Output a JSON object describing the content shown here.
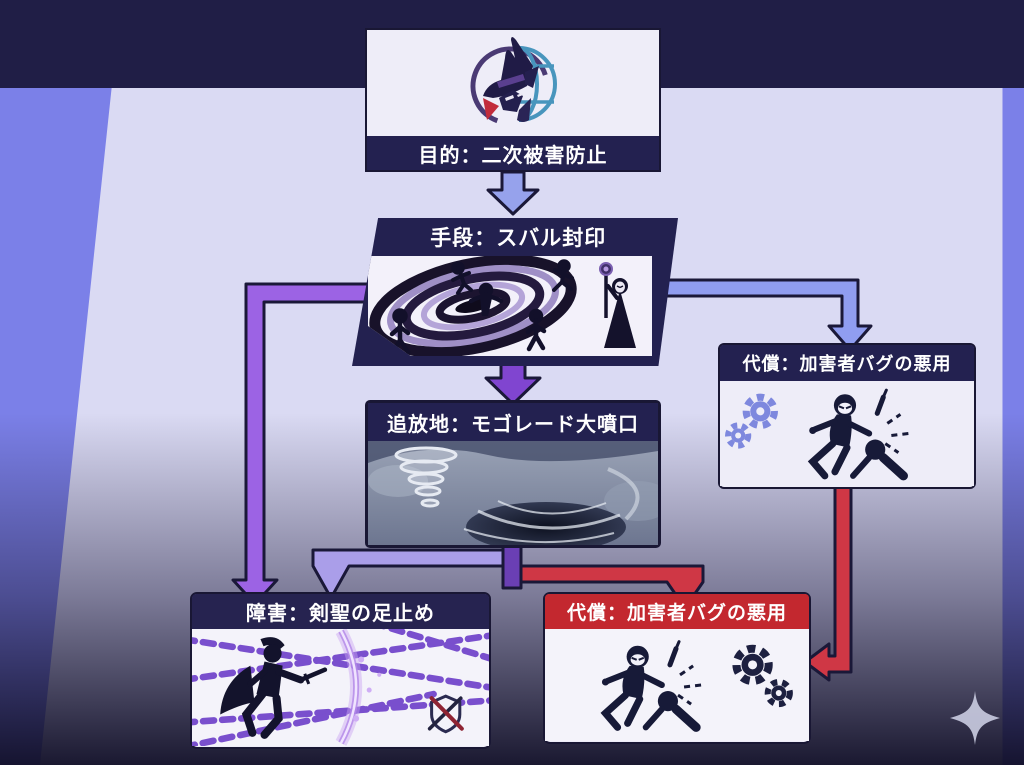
{
  "flowchart": {
    "purpose": {
      "label": "目的：二次被害防止"
    },
    "means": {
      "label": "手段：スバル封印"
    },
    "exile": {
      "label": "追放地：モゴレード大噴口"
    },
    "cost_branch": {
      "label": "代償：加害者バグの悪用"
    },
    "obstacle": {
      "label": "障害：剣聖の足止め"
    },
    "cost_result": {
      "label": "代償：加害者バグの悪用"
    }
  },
  "icons": {
    "logo": "witch-mask-globe-emblem",
    "sparkle": "four-point-sparkle",
    "vortex": "purple-seal-vortex-with-figures",
    "tornado": "gray-crater-windstorm",
    "gears": "gear-pair",
    "assault": "masked-attacker-over-victim",
    "chains": "purple-chain-barrier",
    "warrior": "sword-saint-silhouette",
    "no_combat": "crossed-sword-and-shield"
  },
  "colors": {
    "top_bar": "#201e46",
    "backdrop": "#7b80e8",
    "plane": "#dadaf3",
    "bottom_fade": "#14122e",
    "node_header": "#232150",
    "alert_header": "#c3282f",
    "card_bg": "#eeedf8",
    "arrow_periwinkle": "#929ee9",
    "arrow_purple": "#9c63e4",
    "arrow_lavender": "#aa9ee9",
    "arrow_red": "#cf3745"
  }
}
